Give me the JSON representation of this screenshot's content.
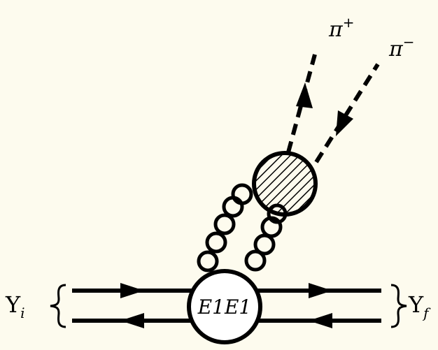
{
  "diagram": {
    "labels": {
      "pi_plus": "π",
      "pi_plus_sup": "+",
      "pi_minus": "π",
      "pi_minus_sup": "−",
      "vertex": "E1E1",
      "upsilon_i": "Υ",
      "upsilon_i_sub": "i",
      "upsilon_f": "Υ",
      "upsilon_f_sub": "f"
    },
    "colors": {
      "background": "#fdfbee",
      "line": "#000000",
      "fill": "#ffffff"
    }
  }
}
